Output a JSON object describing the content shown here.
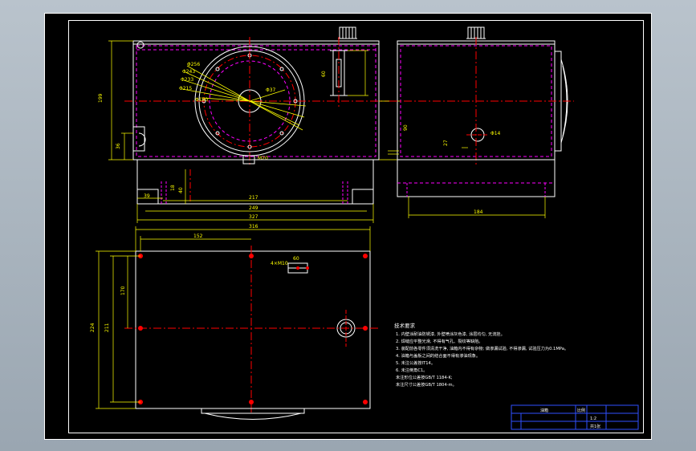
{
  "colors": {
    "background": "#000000",
    "frame": "#ffffff",
    "dimension": "#ffff00",
    "hidden": "#ff00ff",
    "centerline": "#ff0000",
    "outline": "#ffffff",
    "table": "#0000ff"
  },
  "front_view": {
    "dim_height_total": "199",
    "dim_height_lower": "36",
    "dim_right_1": "60",
    "dim_right_2": "90",
    "dim_base_1": "39",
    "dim_base_2": "217",
    "dim_base_3": "249",
    "dim_base_4": "327",
    "dim_base_5": "40",
    "dim_base_6": "18",
    "leader_1": "Φ256",
    "leader_2": "Φ243",
    "leader_3": "Φ233",
    "leader_4": "Φ215",
    "leader_5": "Φ100",
    "leader_6": "Φ37",
    "bottom_label": "M20"
  },
  "side_view": {
    "dim_port": "Φ14",
    "dim_h": "27",
    "dim_width": "184"
  },
  "top_view": {
    "dim_top_1": "152",
    "dim_top_2": "316",
    "dim_left_1": "224",
    "dim_left_2": "211",
    "dim_inner": "170",
    "callout": "4×M10",
    "dim_small": "60"
  },
  "notes": {
    "heading": "技术要求",
    "lines": [
      "1. 内壁涂耐油防锈漆, 外壁喷涂灰色漆, 涂层均匀, 无流挂。",
      "2. 焊缝应平整光滑, 不得有气孔、裂纹等缺陷。",
      "3. 装配前各零件须清洗干净, 油箱内不得有杂物; 做渗漏试验, 不得渗漏, 试验压力为0.1MPa。",
      "4. 油箱与盖板之间的结合面不得有渗油现象。",
      "5. 未注公差按IT14。",
      "6. 未注倒角C1。",
      "   未注形位公差按GB/T 1184-K;",
      "   未注尺寸公差按GB/T 1804-m。"
    ]
  },
  "title_block": {
    "cell_1": "油箱",
    "cell_2": "比例",
    "cell_3": "1:2",
    "cell_4": "共1张"
  }
}
